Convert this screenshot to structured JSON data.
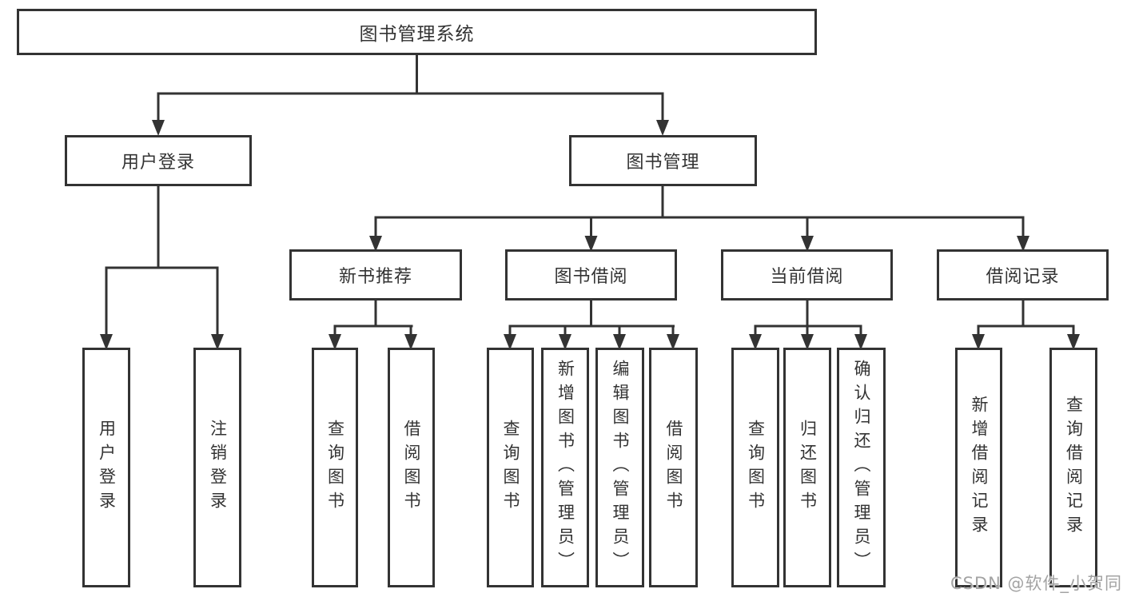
{
  "colors": {
    "line": "#333333",
    "box_border": "#333333",
    "text": "#333333",
    "background": "#ffffff",
    "watermark": "#a3a3a3"
  },
  "watermark": {
    "text": "CSDN @软件_小贺同学"
  },
  "tree": {
    "root": {
      "label": "图书管理系统"
    },
    "children": [
      {
        "label": "用户登录",
        "children": [
          {
            "label": "用户登录"
          },
          {
            "label": "注销登录"
          }
        ]
      },
      {
        "label": "图书管理",
        "children": [
          {
            "label": "新书推荐",
            "children": [
              {
                "label": "查询图书"
              },
              {
                "label": "借阅图书"
              }
            ]
          },
          {
            "label": "图书借阅",
            "children": [
              {
                "label": "查询图书"
              },
              {
                "label": "新增图书（管理员）"
              },
              {
                "label": "编辑图书（管理员）"
              },
              {
                "label": "借阅图书"
              }
            ]
          },
          {
            "label": "当前借阅",
            "children": [
              {
                "label": "查询图书"
              },
              {
                "label": "归还图书"
              },
              {
                "label": "确认归还（管理员）"
              }
            ]
          },
          {
            "label": "借阅记录",
            "children": [
              {
                "label": "新增借阅记录"
              },
              {
                "label": "查询借阅记录"
              }
            ]
          }
        ]
      }
    ]
  }
}
